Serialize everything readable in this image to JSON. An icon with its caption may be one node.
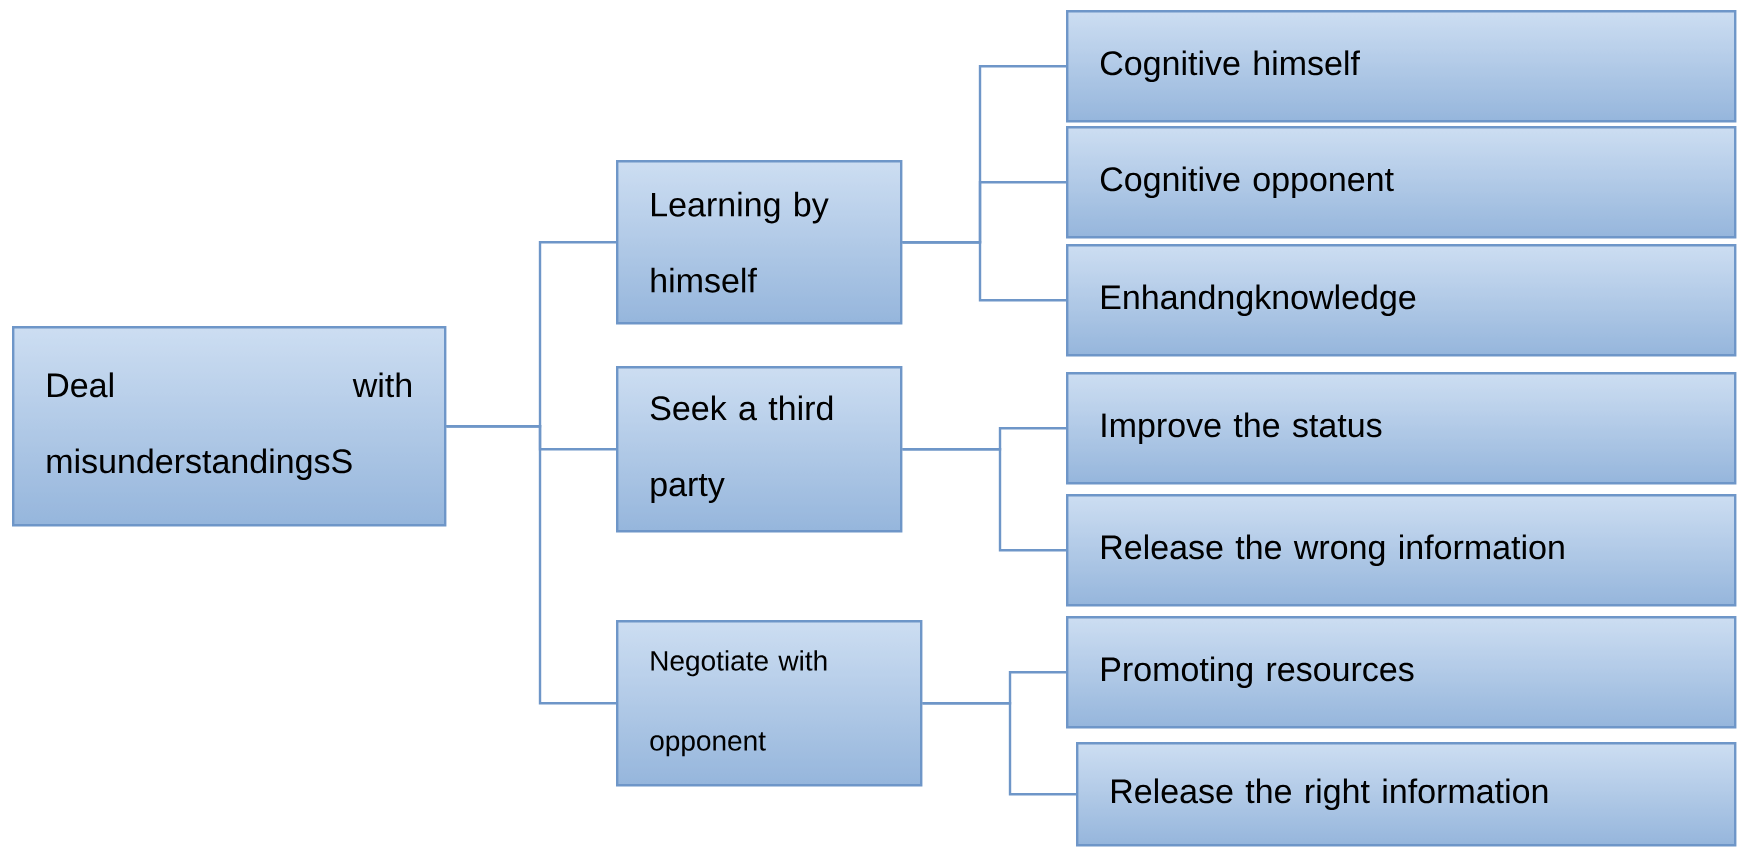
{
  "diagram": {
    "nodes": [
      {
        "text": [
          "Deal with misunderstandingsS"
        ]
      },
      {
        "text": [
          "Learning by himself"
        ]
      },
      {
        "text": [
          "Seek a third party"
        ]
      },
      {
        "text": [
          "Negotiate with opponent"
        ]
      },
      {
        "text": [
          "Cognitive himself"
        ]
      },
      {
        "text": [
          "Cognitive opponent"
        ]
      },
      {
        "text": [
          "Enhandngknowledge"
        ]
      },
      {
        "text": [
          "Improve the status"
        ]
      },
      {
        "text": [
          "Release the wrong information"
        ]
      },
      {
        "text": [
          "Promoting resources"
        ]
      },
      {
        "text": [
          "Release the right information"
        ]
      }
    ],
    "edges": [
      {
        "from": 0,
        "to": 1,
        "arrow": "none"
      },
      {
        "from": 0,
        "to": 2,
        "arrow": "none"
      },
      {
        "from": 0,
        "to": 3,
        "arrow": "none"
      },
      {
        "from": 1,
        "to": 4,
        "arrow": "none"
      },
      {
        "from": 1,
        "to": 5,
        "arrow": "none"
      },
      {
        "from": 1,
        "to": 6,
        "arrow": "none"
      },
      {
        "from": 2,
        "to": 7,
        "arrow": "none"
      },
      {
        "from": 2,
        "to": 8,
        "arrow": "none"
      },
      {
        "from": 3,
        "to": 9,
        "arrow": "none"
      },
      {
        "from": 3,
        "to": 10,
        "arrow": "none"
      }
    ]
  }
}
